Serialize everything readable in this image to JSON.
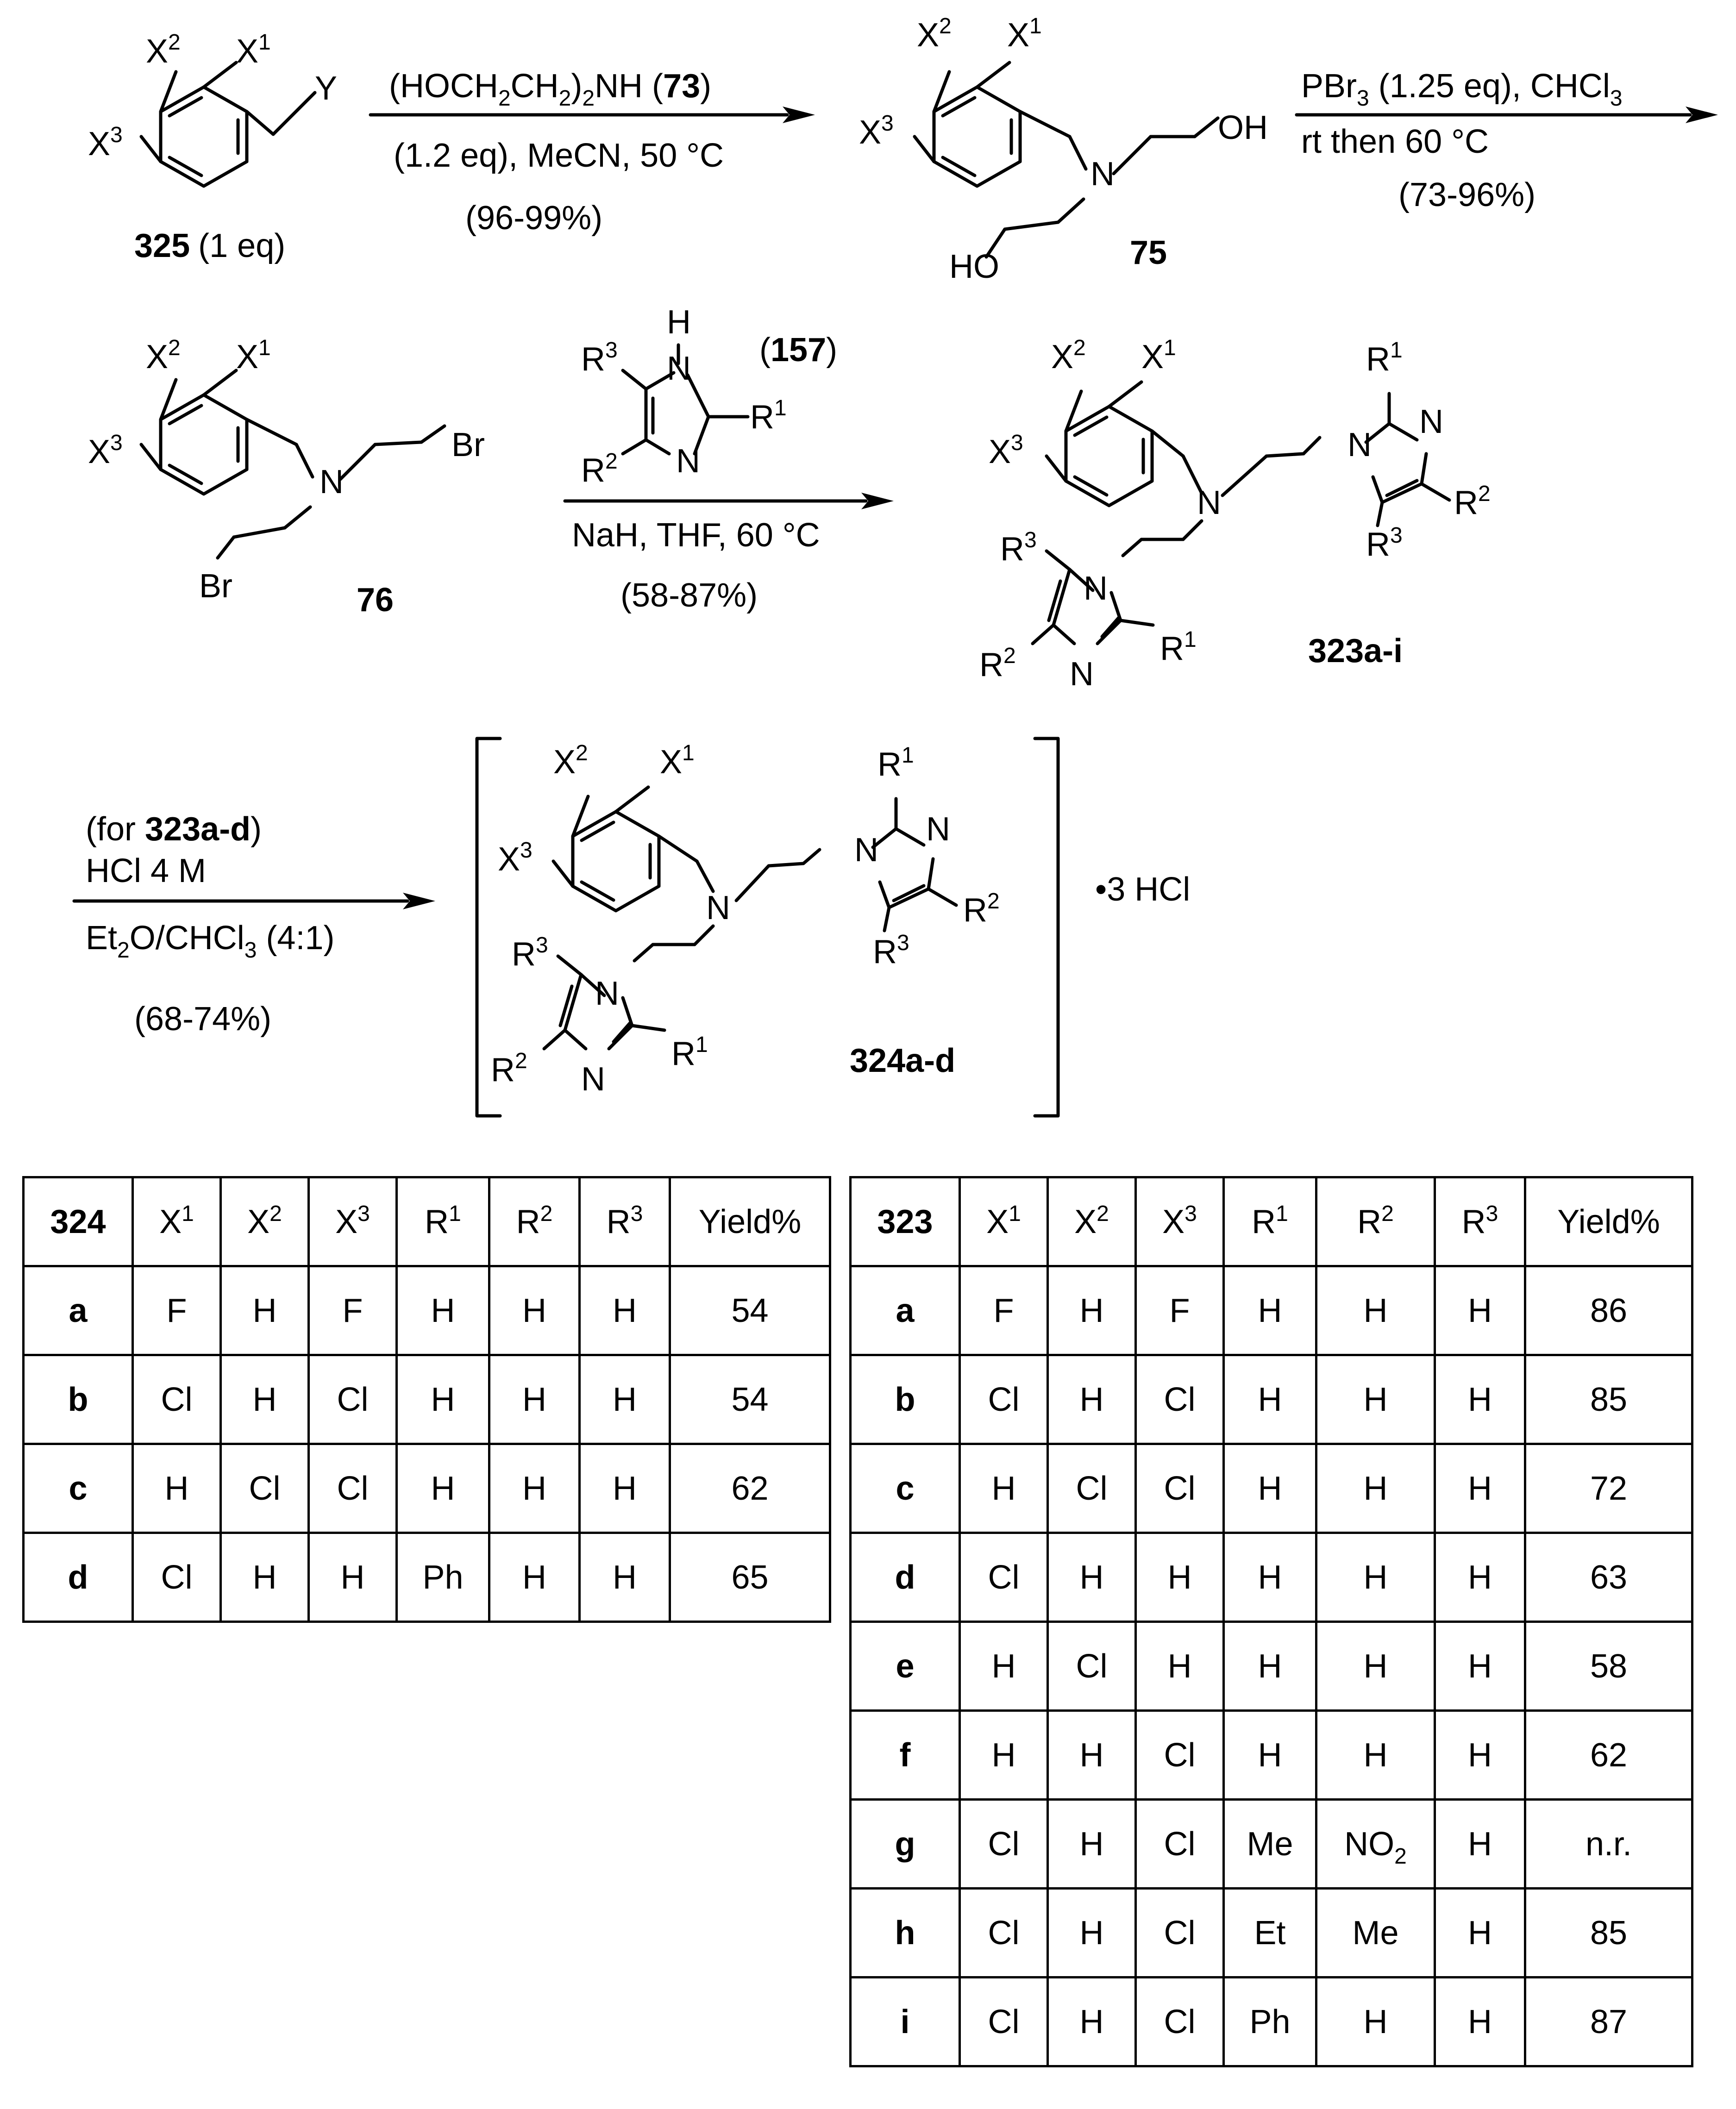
{
  "scheme": {
    "compound_325": "325",
    "compound_325_eq": "(1 eq)",
    "sub_X": "X",
    "sub_1": "1",
    "sub_2": "2",
    "sub_3": "3",
    "sub_Y": "Y",
    "step1": {
      "line1_prefix": "(HOCH",
      "line1_mid": "CH",
      "line1_sub": "2",
      "line1_suffix": ")",
      "line1_nh": "NH (",
      "line1_ref": "73",
      "line1_close": ")",
      "line2": "(1.2 eq), MeCN, 50 °C",
      "yield": "(96-99%)"
    },
    "compound_75": "75",
    "OH": "OH",
    "HO": "HO",
    "N": "N",
    "step2": {
      "line1_a": "PBr",
      "line1_sub": "3",
      "line1_b": " (1.25 eq), CHCl",
      "line2": "rt then 60 °C",
      "yield": "(73-96%)"
    },
    "compound_76": "76",
    "Br": "Br",
    "reagent_157": {
      "H": "H",
      "R": "R",
      "open": "(",
      "ref": "157",
      "close": ")"
    },
    "step3": {
      "conditions": "NaH, THF, 60 °C",
      "yield": "(58-87%)"
    },
    "compound_323": "323a-i",
    "step4": {
      "line1_a": "(for ",
      "line1_ref": "323a-d",
      "line1_b": ")",
      "line2": "HCl 4 M",
      "line3_a": "Et",
      "line3_sub": "2",
      "line3_b": "O/CHCl",
      "line3_c": " (4:1)",
      "yield": "(68-74%)"
    },
    "compound_324": "324a-d",
    "salt": "•3 HCl"
  },
  "table_324": {
    "headers": [
      "324",
      "X1",
      "X2",
      "X3",
      "R1",
      "R2",
      "R3",
      "Yield%"
    ],
    "rows": [
      [
        "a",
        "F",
        "H",
        "F",
        "H",
        "H",
        "H",
        "54"
      ],
      [
        "b",
        "Cl",
        "H",
        "Cl",
        "H",
        "H",
        "H",
        "54"
      ],
      [
        "c",
        "H",
        "Cl",
        "Cl",
        "H",
        "H",
        "H",
        "62"
      ],
      [
        "d",
        "Cl",
        "H",
        "H",
        "Ph",
        "H",
        "H",
        "65"
      ]
    ]
  },
  "table_323": {
    "headers": [
      "323",
      "X1",
      "X2",
      "X3",
      "R1",
      "R2",
      "R3",
      "Yield%"
    ],
    "rows": [
      [
        "a",
        "F",
        "H",
        "F",
        "H",
        "H",
        "H",
        "86"
      ],
      [
        "b",
        "Cl",
        "H",
        "Cl",
        "H",
        "H",
        "H",
        "85"
      ],
      [
        "c",
        "H",
        "Cl",
        "Cl",
        "H",
        "H",
        "H",
        "72"
      ],
      [
        "d",
        "Cl",
        "H",
        "H",
        "H",
        "H",
        "H",
        "63"
      ],
      [
        "e",
        "H",
        "Cl",
        "H",
        "H",
        "H",
        "H",
        "58"
      ],
      [
        "f",
        "H",
        "H",
        "Cl",
        "H",
        "H",
        "H",
        "62"
      ],
      [
        "g",
        "Cl",
        "H",
        "Cl",
        "Me",
        "NO2",
        "H",
        "n.r."
      ],
      [
        "h",
        "Cl",
        "H",
        "Cl",
        "Et",
        "Me",
        "H",
        "85"
      ],
      [
        "i",
        "Cl",
        "H",
        "Cl",
        "Ph",
        "H",
        "H",
        "87"
      ]
    ]
  }
}
